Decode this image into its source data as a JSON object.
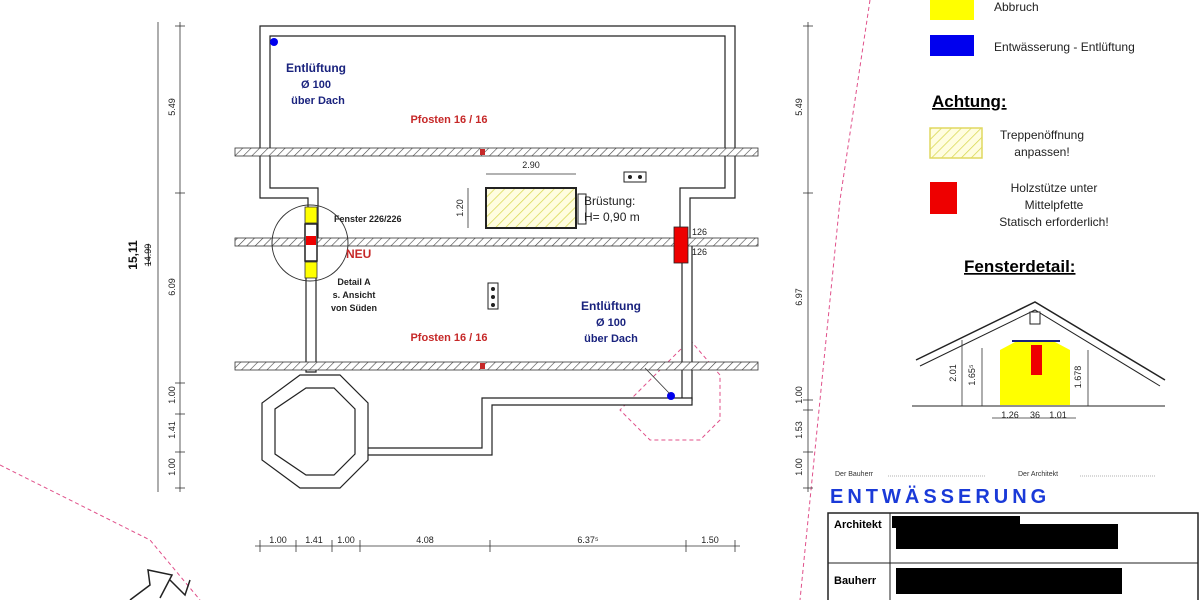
{
  "colors": {
    "yellow": "#ffff00",
    "blue": "#0000ee",
    "red": "#ee0000",
    "hatch_yellow": "#e8e860",
    "label_blue": "#1a237e",
    "label_red": "#c62828",
    "dashed_pink": "#e0508a"
  },
  "annotations": {
    "vent_top": [
      "Entlüftung",
      "Ø 100",
      "über Dach"
    ],
    "vent_bottom": [
      "Entlüftung",
      "Ø 100",
      "über Dach"
    ],
    "post_top": "Pfosten 16 / 16",
    "post_bottom": "Pfosten 16 / 16",
    "window": "Fenster 226/226",
    "new": "NEU",
    "detail": [
      "Detail A",
      "s. Ansicht",
      "von Süden"
    ],
    "parapet": [
      "Brüstung:",
      "H= 0,90 m"
    ],
    "opening_width": "2.90",
    "opening_height": "1.20",
    "post_dims": [
      "126",
      "126"
    ]
  },
  "dimensions": {
    "left_total": "15,11",
    "left_total_old": "14.99",
    "left_segments": [
      "5.49",
      "6.09",
      "1.00",
      "1.41",
      "1.00"
    ],
    "right_segments": [
      "5.49",
      "6.97",
      "1.00",
      "1.53",
      "1.00"
    ],
    "bottom_segments": [
      "1.00",
      "1.41",
      "1.00",
      "4.08",
      "6.37⁵",
      "1.50"
    ]
  },
  "legend": {
    "items": [
      {
        "swatch": "yellow",
        "label": "Abbruch"
      },
      {
        "swatch": "blue",
        "label": "Entwässerung - Entlüftung"
      }
    ],
    "warning_heading": "Achtung:",
    "warning_items": [
      {
        "swatch": "hatch",
        "lines": [
          "Treppenöffnung",
          "anpassen!"
        ]
      },
      {
        "swatch": "red",
        "lines": [
          "Holzstütze unter",
          "Mittelpfette",
          "Statisch erforderlich!"
        ]
      }
    ]
  },
  "window_detail": {
    "heading": "Fensterdetail:",
    "heights": [
      "2.01",
      "1.65⁵",
      "1.678"
    ],
    "widths": [
      "1.26",
      "36",
      "1.01"
    ]
  },
  "title_block": {
    "owner_sign": "Der Bauherr",
    "architect_sign": "Der Architekt",
    "title": "ENTWÄSSERUNG",
    "rows": [
      {
        "label": "Architekt"
      },
      {
        "label": "Bauherr"
      }
    ]
  }
}
